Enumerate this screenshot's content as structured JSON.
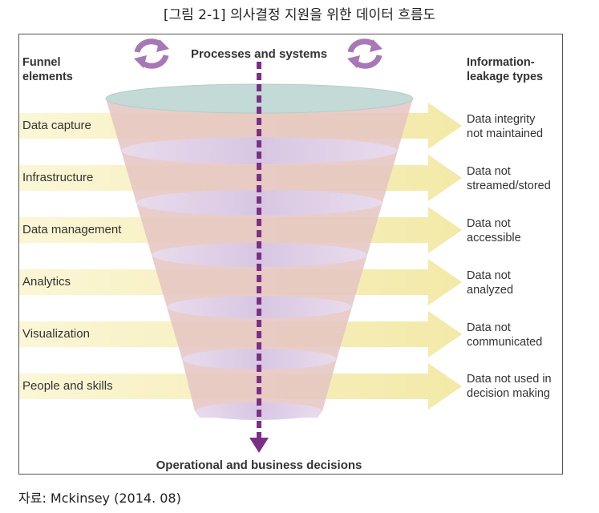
{
  "figure_title": "[그림 2-1] 의사결정 지원을 위한 데이터 흐름도",
  "source": "자료: Mckinsey (2014. 08)",
  "diagram": {
    "left_header_line1": "Funnel",
    "left_header_line2": "elements",
    "top_label": "Processes and systems",
    "right_header_line1": "Information-",
    "right_header_line2": "leakage types",
    "bottom_label": "Operational and business decisions",
    "stages": [
      {
        "label": "Data capture",
        "leak_line1": "Data integrity",
        "leak_line2": "not maintained"
      },
      {
        "label": "Infrastructure",
        "leak_line1": "Data not",
        "leak_line2": "streamed/stored"
      },
      {
        "label": "Data management",
        "leak_line1": "Data not",
        "leak_line2": "accessible"
      },
      {
        "label": "Analytics",
        "leak_line1": "Data not",
        "leak_line2": "analyzed"
      },
      {
        "label": "Visualization",
        "leak_line1": "Data not",
        "leak_line2": "communicated"
      },
      {
        "label": "People and skills",
        "leak_line1": "Data not used in",
        "leak_line2": "decision making"
      }
    ],
    "colors": {
      "arrow_fill": "#f4ecb8",
      "funnel_band": "#e6c7c3",
      "funnel_ring": "#dccfe4",
      "top_ellipse": "#c4dad7",
      "cycle_icon": "#a877b6",
      "center_arrow": "#7b2f86"
    }
  }
}
